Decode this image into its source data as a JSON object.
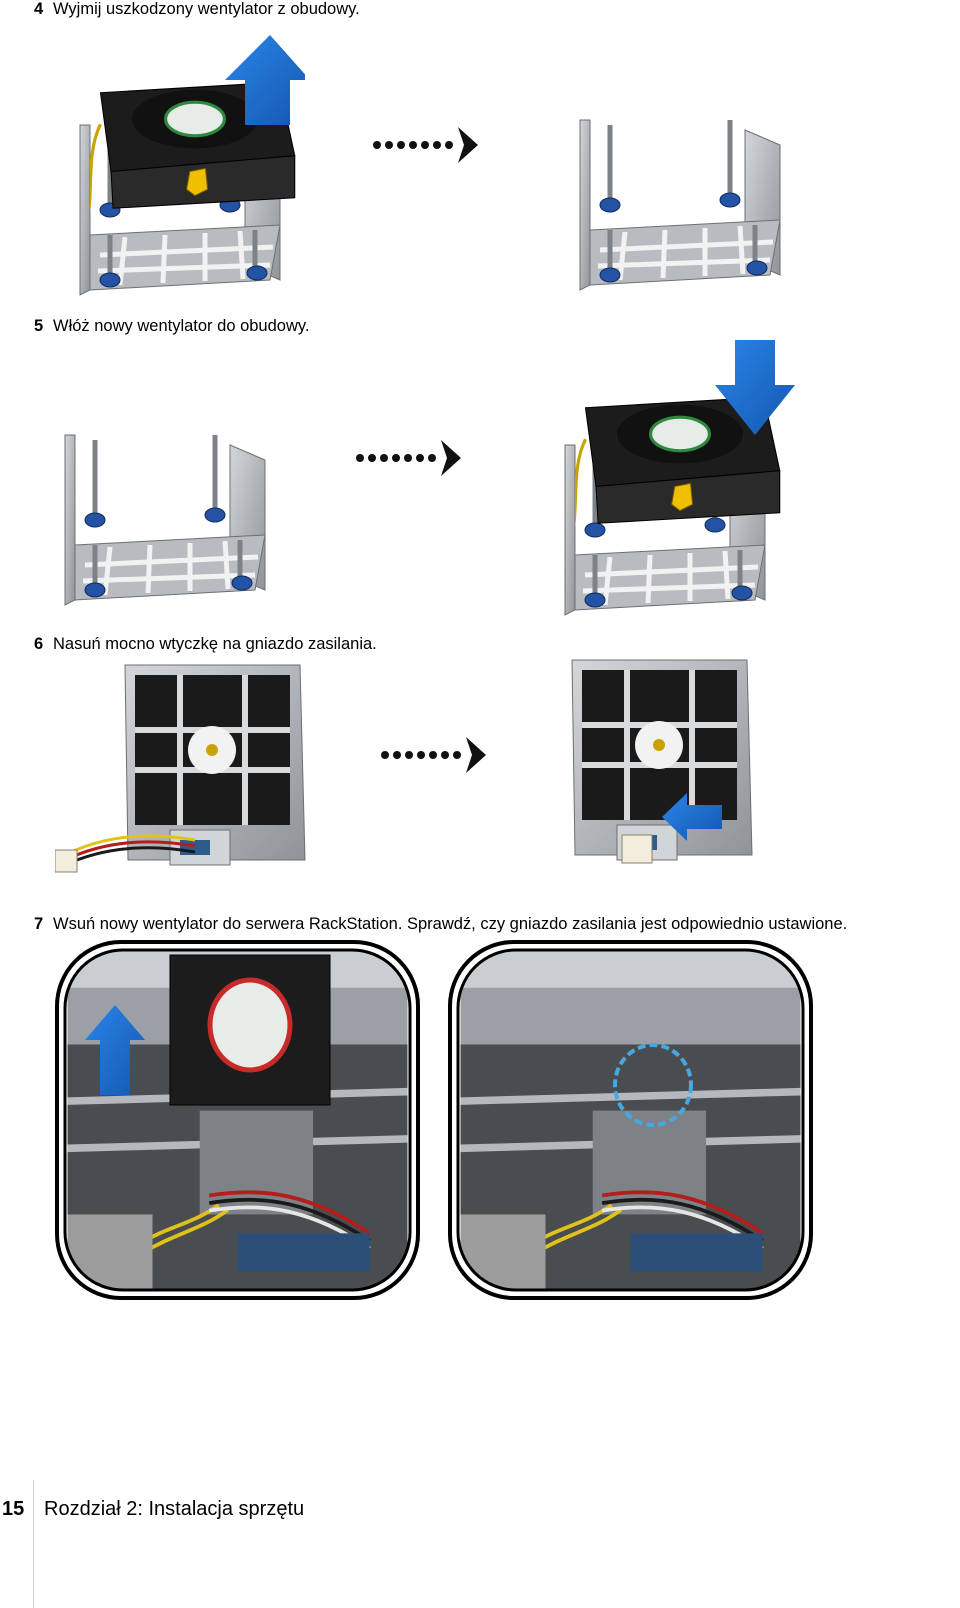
{
  "steps": [
    {
      "number": "4",
      "text": "Wyjmij uszkodzony wentylator z obudowy."
    },
    {
      "number": "5",
      "text": "Włóż nowy wentylator do obudowy."
    },
    {
      "number": "6",
      "text": "Nasuń mocno wtyczkę na gniazdo zasilania."
    },
    {
      "number": "7",
      "text": "Wsuń nowy wentylator do serwera RackStation. Sprawdź, czy gniazdo zasilania jest odpowiednio ustawione."
    }
  ],
  "footer": {
    "page_number": "15",
    "chapter": "Rozdział 2: Instalacja sprzętu"
  },
  "colors": {
    "accent_arrow": "#1f6fcf",
    "metal": "#a9adb2",
    "fan_black": "#1c1c1c",
    "screw_blue": "#2453a6"
  }
}
